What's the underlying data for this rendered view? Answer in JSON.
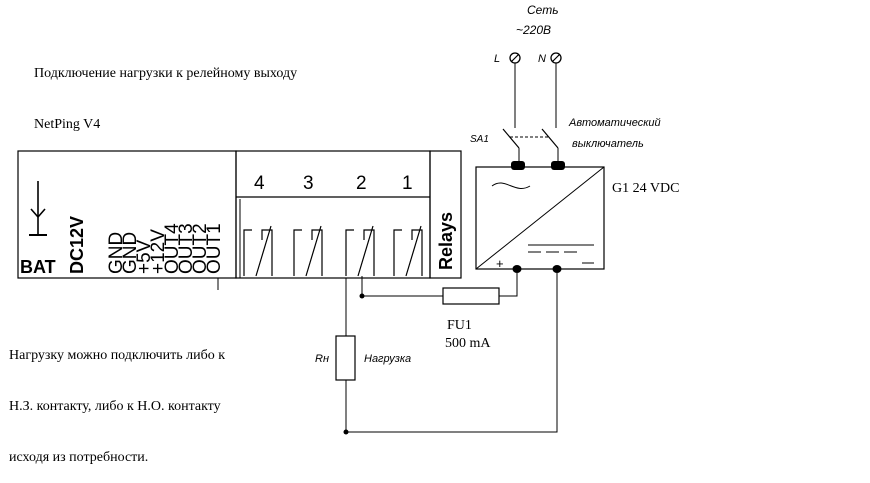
{
  "title": {
    "line1": "Подключение нагрузки к релейному выходу",
    "line2": "NetPing V4"
  },
  "note": {
    "line1": "Нагрузку можно подключить либо к",
    "line2": "Н.З. контакту, либо к Н.О. контакту",
    "line3": "исходя из потребности."
  },
  "mains": {
    "label": "Сеть",
    "voltage": "~220В",
    "l_label": "L",
    "n_label": "N"
  },
  "breaker": {
    "id": "SA1",
    "label_line1": "Автоматический",
    "label_line2": "выключатель"
  },
  "power_supply": {
    "label": "G1 24 VDC",
    "plus": "+"
  },
  "fuse": {
    "id": "FU1",
    "rating": "500 mA"
  },
  "load": {
    "symbol": "Rн",
    "label": "Нагрузка"
  },
  "device": {
    "bat_label": "BAT",
    "dc_label": "DC12V",
    "pins": [
      "GND",
      "GND",
      "+5V",
      "+12V",
      "OUT4",
      "OUT3",
      "OUT2",
      "OUT1"
    ],
    "relay_numbers": [
      "4",
      "3",
      "2",
      "1"
    ],
    "relays_label": "Relays"
  }
}
